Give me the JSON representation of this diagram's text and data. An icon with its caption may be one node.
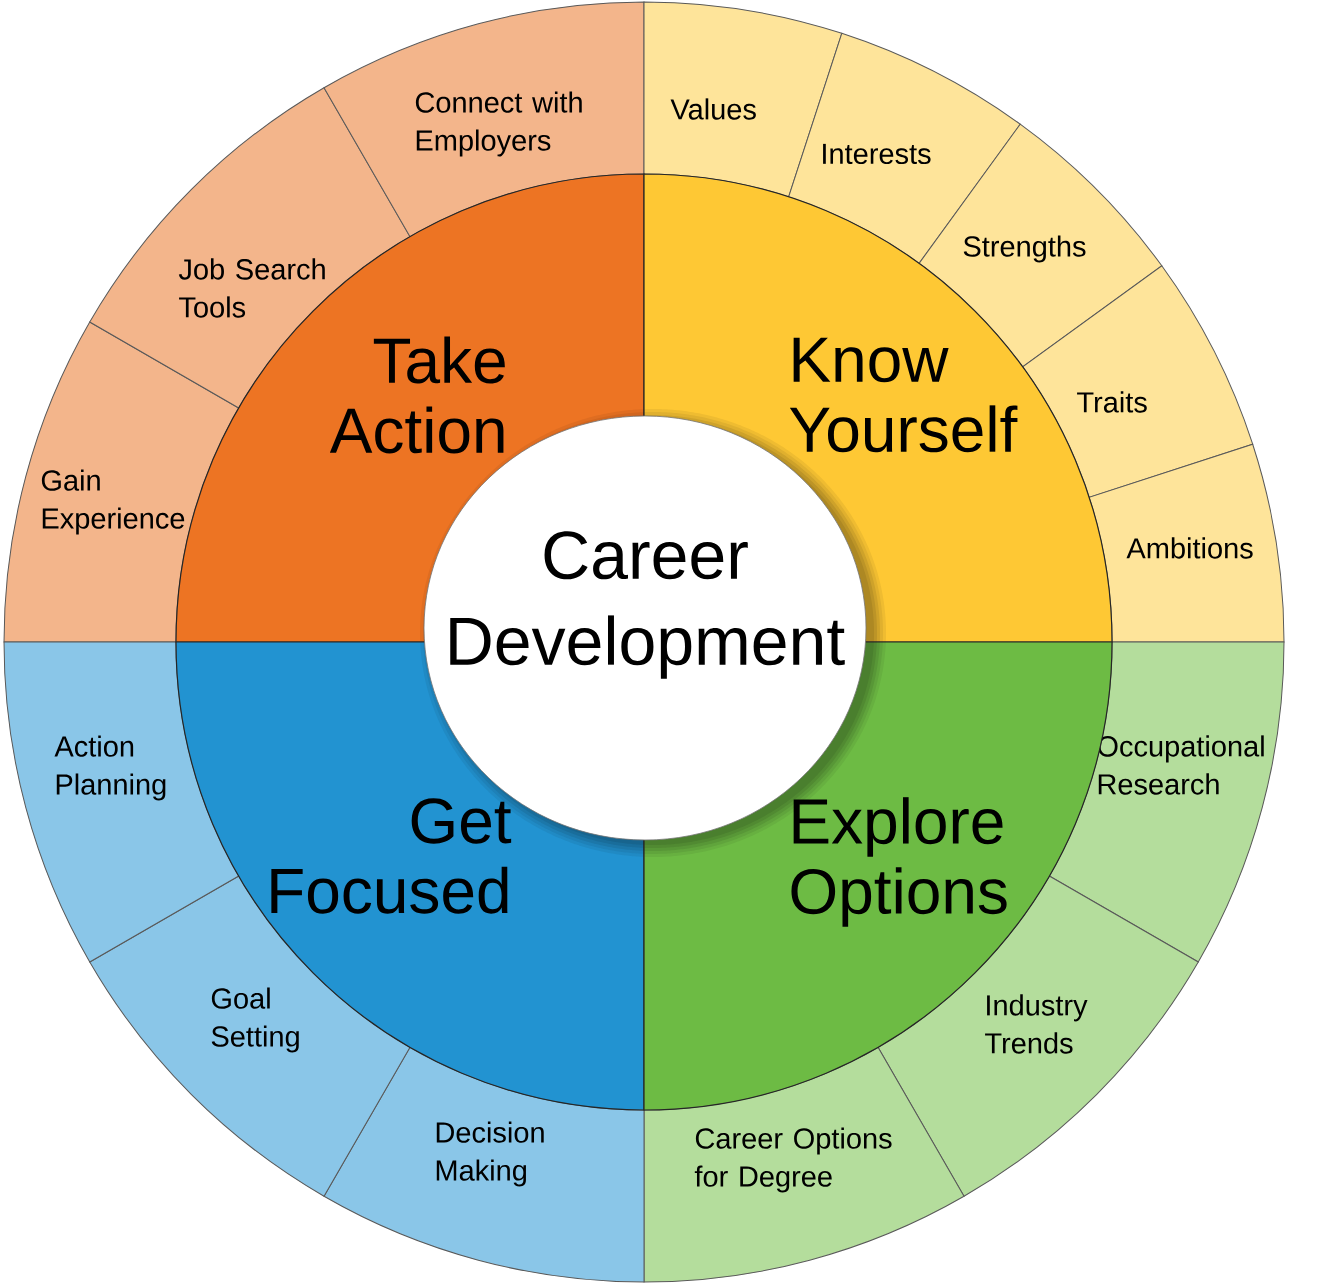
{
  "diagram": {
    "nodes": [
      {
        "text": [
          "Career Development"
        ]
      },
      {
        "text": [
          "Take Action"
        ]
      },
      {
        "text": [
          "Know Yourself"
        ]
      },
      {
        "text": [
          "Get Focused"
        ]
      },
      {
        "text": [
          "Explore Options"
        ]
      },
      {
        "text": [
          "Gain Experience"
        ]
      },
      {
        "text": [
          "Job Search Tools"
        ]
      },
      {
        "text": [
          "Connect with Employers"
        ]
      },
      {
        "text": [
          "Values"
        ]
      },
      {
        "text": [
          "Interests"
        ]
      },
      {
        "text": [
          "Strengths"
        ]
      },
      {
        "text": [
          "Traits"
        ]
      },
      {
        "text": [
          "Ambitions"
        ]
      },
      {
        "text": [
          "Occupational Research"
        ]
      },
      {
        "text": [
          "Industry Trends"
        ]
      },
      {
        "text": [
          "Career Options for Degree"
        ]
      },
      {
        "text": [
          "Decision Making"
        ]
      },
      {
        "text": [
          "Goal Setting"
        ]
      },
      {
        "text": [
          "Action Planning"
        ]
      }
    ]
  }
}
